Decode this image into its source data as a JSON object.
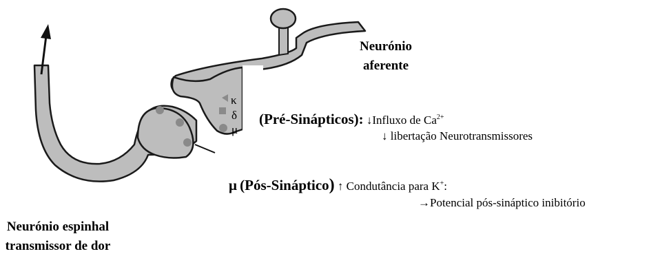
{
  "afferent_neuron": {
    "line1": "Neurónio",
    "line2": "aferente"
  },
  "spinal_neuron": {
    "line1": "Neurónio espinhal",
    "line2": "transmissor de dor"
  },
  "receptor_labels": {
    "kappa": "κ",
    "delta": "δ",
    "mu": "μ"
  },
  "presynaptic": {
    "title": "(Pré-Sinápticos):",
    "effect1_text": "↓Influxo de Ca",
    "effect1_superscript": "2+",
    "effect2": "↓ libertação Neurotransmissores"
  },
  "postsynaptic": {
    "title_symbol": "μ",
    "title": "(Pós-Sináptico",
    "title_close": ")",
    "effect1_text": "↑ Condutância para K",
    "effect1_superscript": "+",
    "effect1_tail": ":",
    "effect2": "→Potencial pós-sináptico inibitório"
  },
  "colors": {
    "membrane": "#b9b9b9",
    "outline": "#1a1a1a",
    "receptor": "#8a8a8a"
  }
}
